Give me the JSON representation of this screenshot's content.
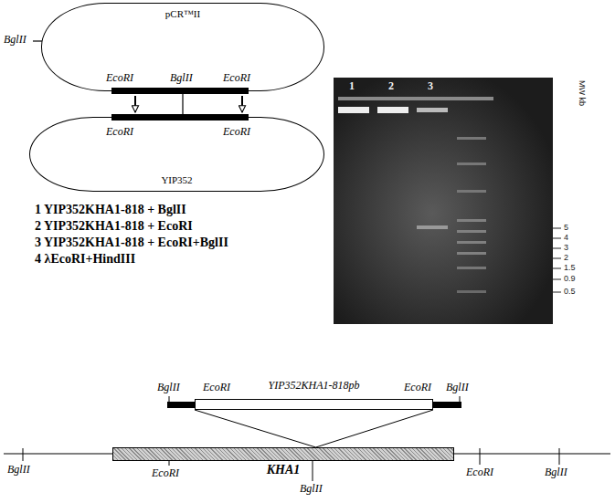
{
  "diagram": {
    "nodes": [
      {
        "text": [
          "pCR™II"
        ]
      },
      {
        "text": [
          "YIP352"
        ]
      },
      {
        "text": [
          "YIP352KHA1-818pb"
        ]
      },
      {
        "text": [
          "KHA1"
        ]
      }
    ],
    "edges": [
      {
        "from": 0,
        "to": 1,
        "arrow": "to"
      },
      {
        "from": 0,
        "to": 1,
        "arrow": "to"
      },
      {
        "from": 2,
        "to": 3,
        "arrow": "none"
      },
      {
        "from": 2,
        "to": 3,
        "arrow": "none"
      }
    ],
    "labels": [
      "BglII",
      "EcoRI",
      "BglII",
      "EcoRI",
      "EcoRI",
      "EcoRI",
      "1 YIP352KHA1-818 + BglII",
      "2 YIP352KHA1-818 + EcoRI",
      "3 YIP352KHA1-818 + EcoRI+BglII",
      "4 λEcoRI+HindIII",
      "1",
      "2",
      "3",
      "MW kb",
      "5",
      "4",
      "3",
      "2",
      "1.5",
      "0.9",
      "0.5",
      "BglII",
      "EcoRI",
      "EcoRI",
      "BglII",
      "BglII",
      "EcoRI",
      "BglII",
      "EcoRI",
      "BglII"
    ]
  }
}
